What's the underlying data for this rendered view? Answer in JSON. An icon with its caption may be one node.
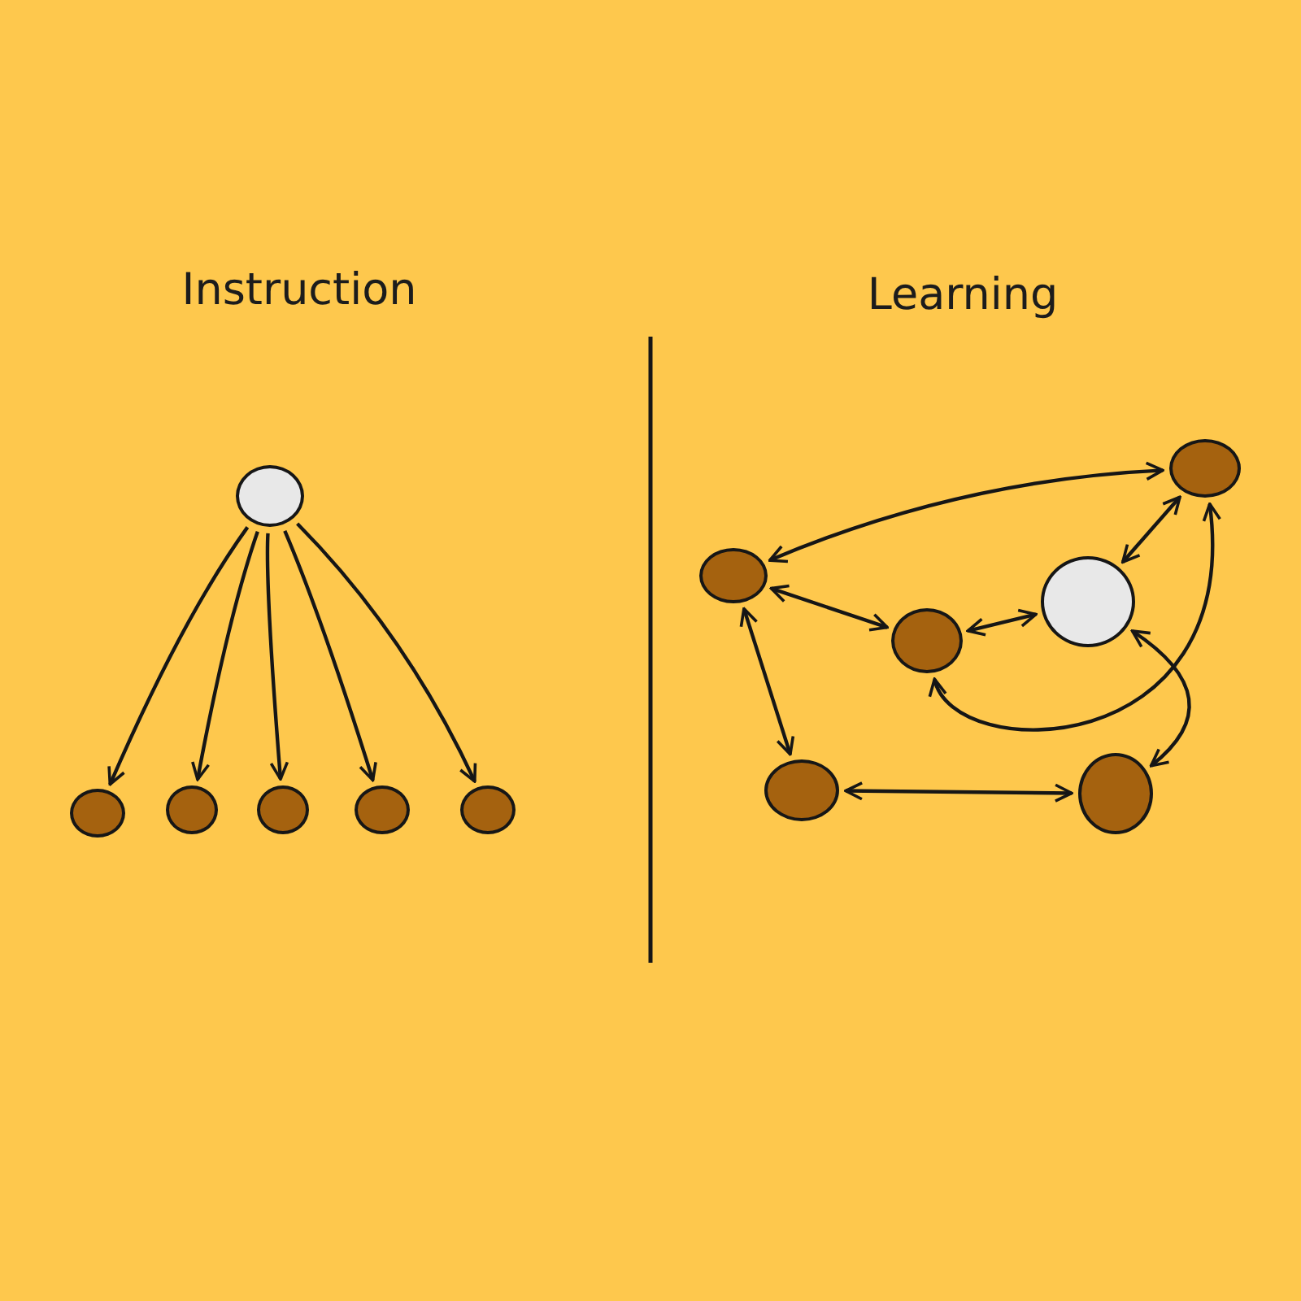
{
  "diagram": {
    "nodes": [
      {
        "text": [],
        "shape": "circle"
      },
      {
        "text": [],
        "shape": "circle"
      },
      {
        "text": [],
        "shape": "circle"
      },
      {
        "text": [],
        "shape": "circle"
      },
      {
        "text": [],
        "shape": "circle"
      },
      {
        "text": [],
        "shape": "circle"
      },
      {
        "text": [],
        "shape": "circle"
      },
      {
        "text": [],
        "shape": "circle"
      },
      {
        "text": [],
        "shape": "circle"
      },
      {
        "text": [],
        "shape": "circle"
      },
      {
        "text": [],
        "shape": "circle"
      },
      {
        "text": [],
        "shape": "circle"
      }
    ],
    "edges": [
      {
        "from": 0,
        "to": 1,
        "arrow": "to"
      },
      {
        "from": 0,
        "to": 2,
        "arrow": "to"
      },
      {
        "from": 0,
        "to": 3,
        "arrow": "to"
      },
      {
        "from": 0,
        "to": 4,
        "arrow": "to"
      },
      {
        "from": 0,
        "to": 5,
        "arrow": "to"
      },
      {
        "from": 6,
        "to": 7,
        "arrow": "both"
      },
      {
        "from": 7,
        "to": 9,
        "arrow": "both"
      },
      {
        "from": 6,
        "to": 8,
        "arrow": "both"
      },
      {
        "from": 8,
        "to": 9,
        "arrow": "both"
      },
      {
        "from": 6,
        "to": 10,
        "arrow": "both"
      },
      {
        "from": 8,
        "to": 7,
        "arrow": "both"
      },
      {
        "from": 9,
        "to": 11,
        "arrow": "both"
      },
      {
        "from": 10,
        "to": 11,
        "arrow": "both"
      }
    ],
    "labels": [
      "Instruction",
      "Learning"
    ]
  }
}
